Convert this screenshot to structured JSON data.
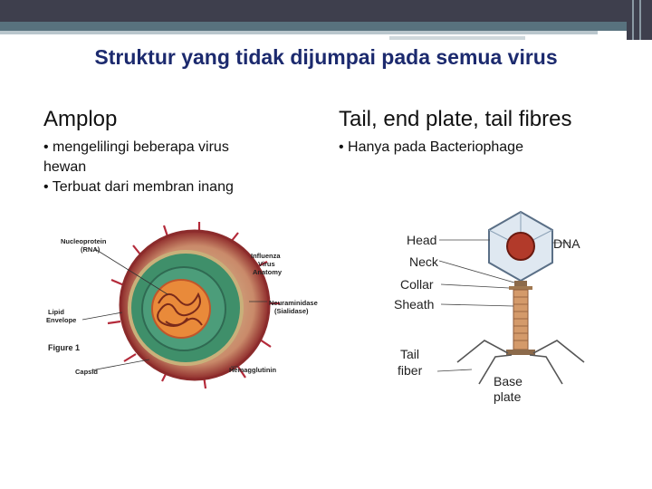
{
  "slide": {
    "title": "Struktur yang tidak dijumpai pada semua virus"
  },
  "left": {
    "heading": "Amplop",
    "bullets": [
      "• mengelilingi  beberapa  virus",
      "hewan",
      "• Terbuat dari membran inang"
    ],
    "figure": {
      "labels": {
        "nucleoprotein": "Nucleoprotein",
        "rna": "(RNA)",
        "influenza": "Influenza",
        "virus": "Virus",
        "anatomy": "Anatomy",
        "lipid": "Lipid",
        "envelope": "Envelope",
        "neuraminidase": "Neuraminidase",
        "sialidase": "(Sialidase)",
        "figure": "Figure 1",
        "capsid": "Capsid",
        "hemagglutinin": "Hemagglutinin"
      }
    }
  },
  "right": {
    "heading": "Tail, end plate, tail fibres",
    "bullets": [
      "•  Hanya pada Bacteriophage"
    ],
    "figure": {
      "labels": {
        "head": "Head",
        "dna": "DNA",
        "neck": "Neck",
        "collar": "Collar",
        "sheath": "Sheath",
        "tail": "Tail",
        "fiber": "fiber",
        "base": "Base",
        "plate": "plate"
      }
    }
  },
  "colors": {
    "title": "#1c2a6e",
    "topbar": "#3e3f4d",
    "accent": "#58727e"
  }
}
